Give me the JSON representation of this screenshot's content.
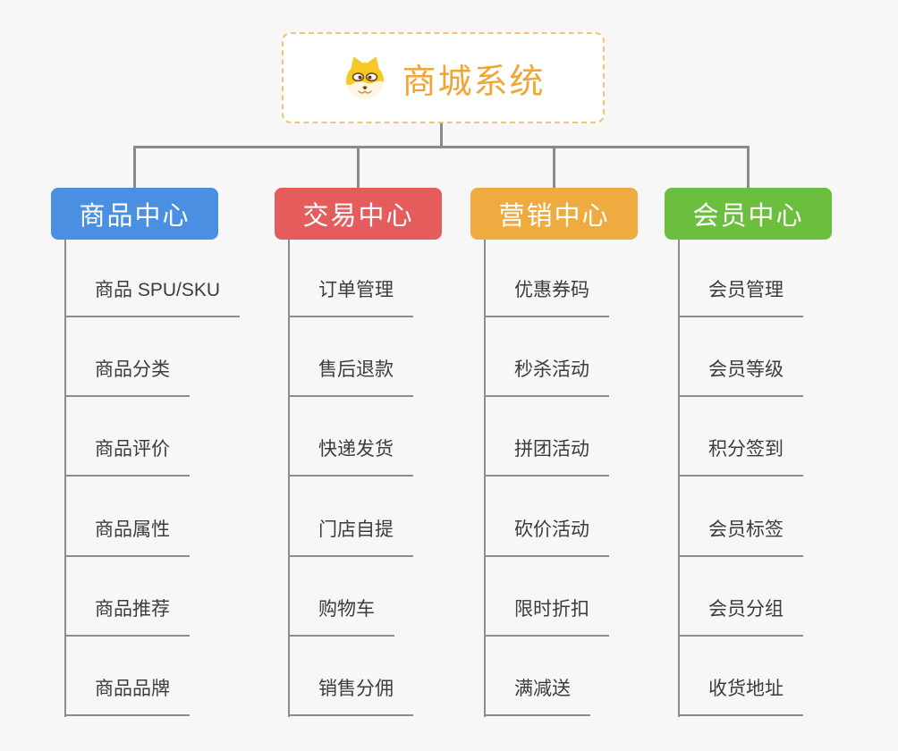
{
  "page": {
    "background": "#f7f7f7"
  },
  "root": {
    "title": "商城系统",
    "icon": "shiba-dog-icon",
    "title_color": "#f0a636",
    "border_color": "#f2c477",
    "bg": "#ffffff"
  },
  "connector_color": "#8a8a8a",
  "leaf_line_color": "#8d8d8d",
  "leaf_text_color": "#3c3c3c",
  "branches": [
    {
      "label": "商品中心",
      "color": "#4b8fe2",
      "children": [
        "商品 SPU/SKU",
        "商品分类",
        "商品评价",
        "商品属性",
        "商品推荐",
        "商品品牌"
      ]
    },
    {
      "label": "交易中心",
      "color": "#e45c5c",
      "children": [
        "订单管理",
        "售后退款",
        "快递发货",
        "门店自提",
        "购物车",
        "销售分佣"
      ]
    },
    {
      "label": "营销中心",
      "color": "#eeac40",
      "children": [
        "优惠券码",
        "秒杀活动",
        "拼团活动",
        "砍价活动",
        "限时折扣",
        "满减送"
      ]
    },
    {
      "label": "会员中心",
      "color": "#6cbe3f",
      "children": [
        "会员管理",
        "会员等级",
        "积分签到",
        "会员标签",
        "会员分组",
        "收货地址"
      ]
    }
  ]
}
